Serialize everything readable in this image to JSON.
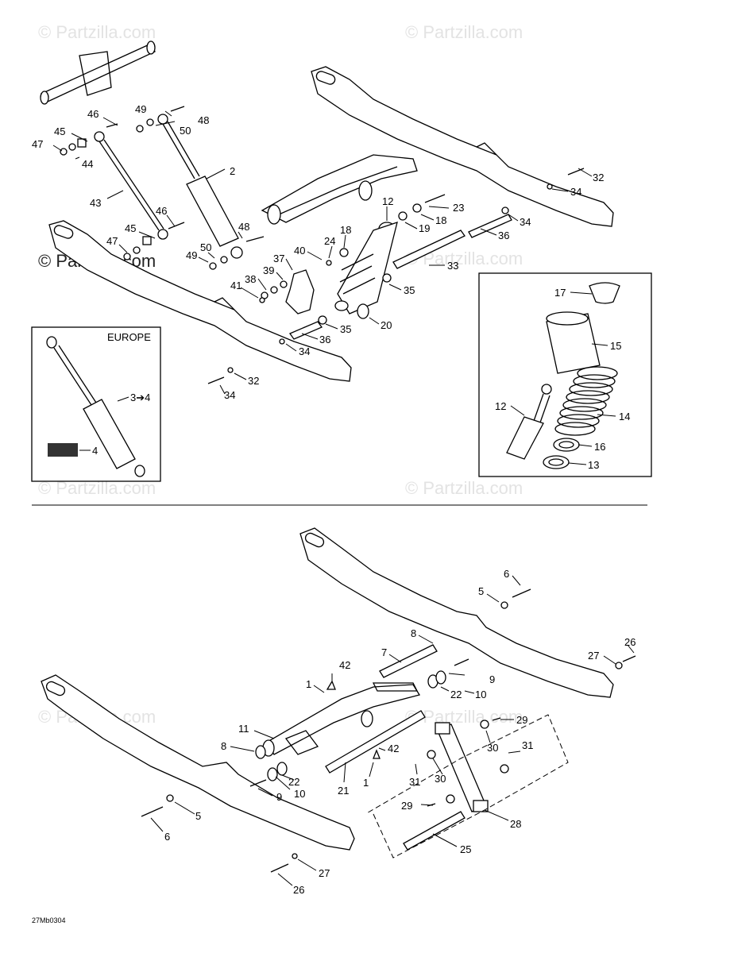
{
  "watermarks": {
    "light": "© Partzilla.com",
    "dark": "© Partzilla.com"
  },
  "inset_europe": {
    "title": "EUROPE",
    "label_3": "3➔4",
    "label_4": "4"
  },
  "drawing_code": "27Mb0304",
  "colors": {
    "line": "#000000",
    "watermark": "#e3e3e3"
  },
  "callouts_top": [
    {
      "id": "t46a",
      "text": "46"
    },
    {
      "id": "t49a",
      "text": "49"
    },
    {
      "id": "t48a",
      "text": "48"
    },
    {
      "id": "t50a",
      "text": "50"
    },
    {
      "id": "t45a",
      "text": "45"
    },
    {
      "id": "t47a",
      "text": "47"
    },
    {
      "id": "t44",
      "text": "44"
    },
    {
      "id": "t2",
      "text": "2"
    },
    {
      "id": "t43",
      "text": "43"
    },
    {
      "id": "t46b",
      "text": "46"
    },
    {
      "id": "t45b",
      "text": "45"
    },
    {
      "id": "t48b",
      "text": "48"
    },
    {
      "id": "t47b",
      "text": "47"
    },
    {
      "id": "t50b",
      "text": "50"
    },
    {
      "id": "t49b",
      "text": "49"
    },
    {
      "id": "t12",
      "text": "12"
    },
    {
      "id": "t23",
      "text": "23"
    },
    {
      "id": "t18a",
      "text": "18"
    },
    {
      "id": "t19",
      "text": "19"
    },
    {
      "id": "t24",
      "text": "24"
    },
    {
      "id": "t18b",
      "text": "18"
    },
    {
      "id": "t40",
      "text": "40"
    },
    {
      "id": "t37",
      "text": "37"
    },
    {
      "id": "t39",
      "text": "39"
    },
    {
      "id": "t38",
      "text": "38"
    },
    {
      "id": "t41",
      "text": "41"
    },
    {
      "id": "t33",
      "text": "33"
    },
    {
      "id": "t35a",
      "text": "35"
    },
    {
      "id": "t20",
      "text": "20"
    },
    {
      "id": "t35b",
      "text": "35"
    },
    {
      "id": "t36a",
      "text": "36"
    },
    {
      "id": "t34a",
      "text": "34"
    },
    {
      "id": "t34b",
      "text": "34"
    },
    {
      "id": "t32a",
      "text": "32"
    },
    {
      "id": "t32b",
      "text": "32"
    },
    {
      "id": "t34c",
      "text": "34"
    },
    {
      "id": "t34d",
      "text": "34"
    },
    {
      "id": "t36b",
      "text": "36"
    }
  ],
  "callouts_spring": [
    {
      "id": "s17",
      "text": "17"
    },
    {
      "id": "s15",
      "text": "15"
    },
    {
      "id": "s12",
      "text": "12"
    },
    {
      "id": "s14",
      "text": "14"
    },
    {
      "id": "s16",
      "text": "16"
    },
    {
      "id": "s13",
      "text": "13"
    }
  ],
  "callouts_bottom": [
    {
      "id": "b6a",
      "text": "6"
    },
    {
      "id": "b5a",
      "text": "5"
    },
    {
      "id": "b8a",
      "text": "8"
    },
    {
      "id": "b7",
      "text": "7"
    },
    {
      "id": "b26a",
      "text": "26"
    },
    {
      "id": "b27a",
      "text": "27"
    },
    {
      "id": "b42a",
      "text": "42"
    },
    {
      "id": "b1a",
      "text": "1"
    },
    {
      "id": "b9a",
      "text": "9"
    },
    {
      "id": "b22a",
      "text": "22"
    },
    {
      "id": "b10a",
      "text": "10"
    },
    {
      "id": "b29a",
      "text": "29"
    },
    {
      "id": "b11",
      "text": "11"
    },
    {
      "id": "b30a",
      "text": "30"
    },
    {
      "id": "b31a",
      "text": "31"
    },
    {
      "id": "b8b",
      "text": "8"
    },
    {
      "id": "b42b",
      "text": "42"
    },
    {
      "id": "b22b",
      "text": "22"
    },
    {
      "id": "b31b",
      "text": "31"
    },
    {
      "id": "b30b",
      "text": "30"
    },
    {
      "id": "b1b",
      "text": "1"
    },
    {
      "id": "b9b",
      "text": "9"
    },
    {
      "id": "b10b",
      "text": "10"
    },
    {
      "id": "b21",
      "text": "21"
    },
    {
      "id": "b29b",
      "text": "29"
    },
    {
      "id": "b28",
      "text": "28"
    },
    {
      "id": "b5b",
      "text": "5"
    },
    {
      "id": "b6b",
      "text": "6"
    },
    {
      "id": "b25",
      "text": "25"
    },
    {
      "id": "b27b",
      "text": "27"
    },
    {
      "id": "b26b",
      "text": "26"
    }
  ]
}
